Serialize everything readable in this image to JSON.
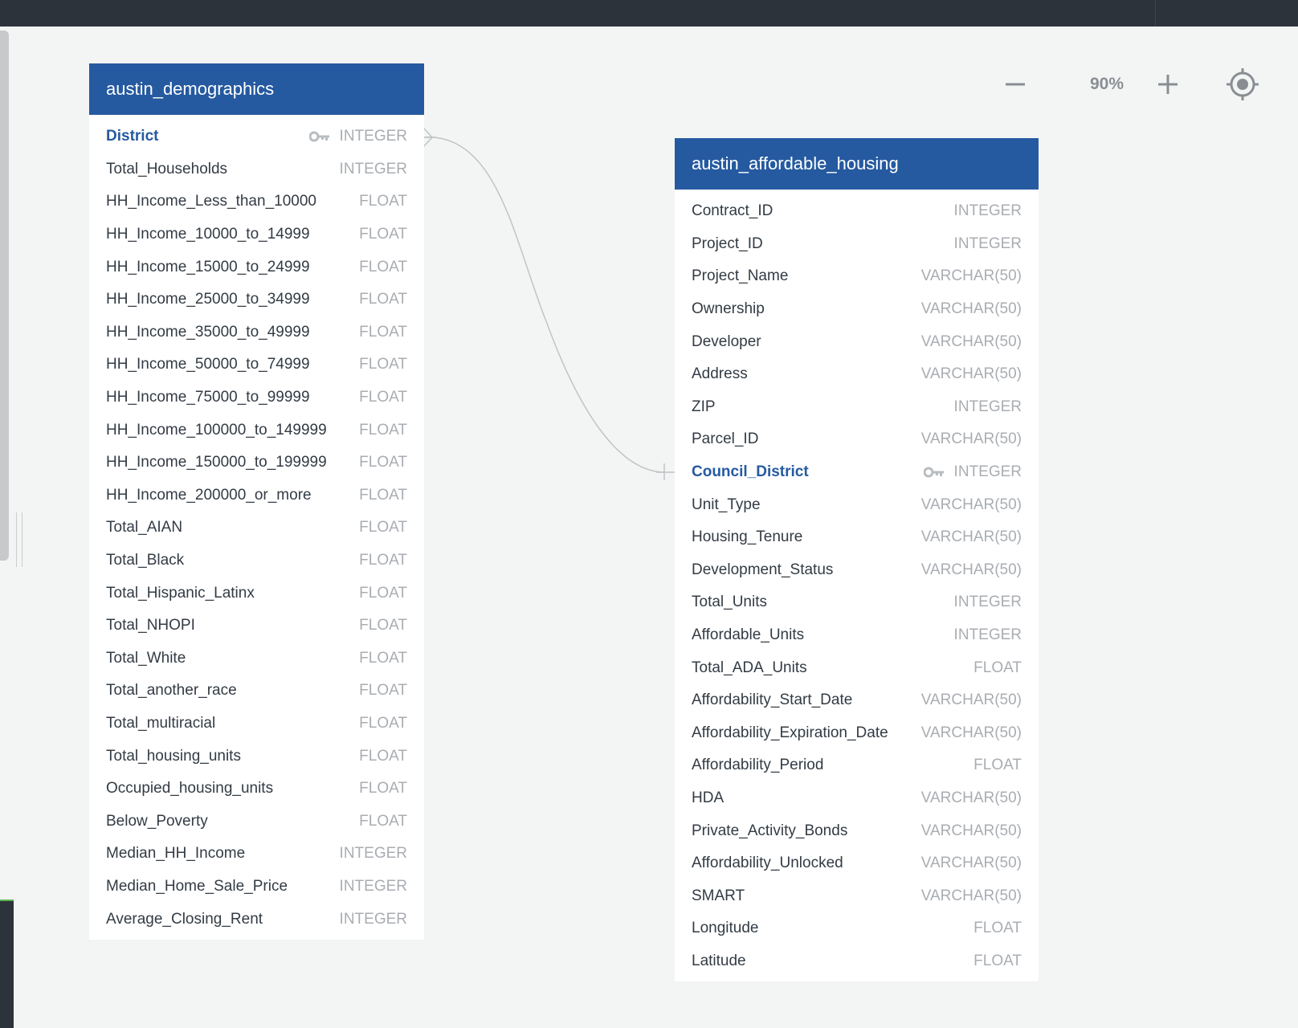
{
  "zoom": {
    "level": "90%"
  },
  "tables": [
    {
      "name": "austin_demographics",
      "columns": [
        {
          "name": "District",
          "type": "INTEGER",
          "pk": true
        },
        {
          "name": "Total_Households",
          "type": "INTEGER"
        },
        {
          "name": "HH_Income_Less_than_10000",
          "type": "FLOAT"
        },
        {
          "name": "HH_Income_10000_to_14999",
          "type": "FLOAT"
        },
        {
          "name": "HH_Income_15000_to_24999",
          "type": "FLOAT"
        },
        {
          "name": "HH_Income_25000_to_34999",
          "type": "FLOAT"
        },
        {
          "name": "HH_Income_35000_to_49999",
          "type": "FLOAT"
        },
        {
          "name": "HH_Income_50000_to_74999",
          "type": "FLOAT"
        },
        {
          "name": "HH_Income_75000_to_99999",
          "type": "FLOAT"
        },
        {
          "name": "HH_Income_100000_to_149999",
          "type": "FLOAT"
        },
        {
          "name": "HH_Income_150000_to_199999",
          "type": "FLOAT"
        },
        {
          "name": "HH_Income_200000_or_more",
          "type": "FLOAT"
        },
        {
          "name": "Total_AIAN",
          "type": "FLOAT"
        },
        {
          "name": "Total_Black",
          "type": "FLOAT"
        },
        {
          "name": "Total_Hispanic_Latinx",
          "type": "FLOAT"
        },
        {
          "name": "Total_NHOPI",
          "type": "FLOAT"
        },
        {
          "name": "Total_White",
          "type": "FLOAT"
        },
        {
          "name": "Total_another_race",
          "type": "FLOAT"
        },
        {
          "name": "Total_multiracial",
          "type": "FLOAT"
        },
        {
          "name": "Total_housing_units",
          "type": "FLOAT"
        },
        {
          "name": "Occupied_housing_units",
          "type": "FLOAT"
        },
        {
          "name": "Below_Poverty",
          "type": "FLOAT"
        },
        {
          "name": "Median_HH_Income",
          "type": "INTEGER"
        },
        {
          "name": "Median_Home_Sale_Price",
          "type": "INTEGER"
        },
        {
          "name": "Average_Closing_Rent",
          "type": "INTEGER"
        }
      ]
    },
    {
      "name": "austin_affordable_housing",
      "columns": [
        {
          "name": "Contract_ID",
          "type": "INTEGER"
        },
        {
          "name": "Project_ID",
          "type": "INTEGER"
        },
        {
          "name": "Project_Name",
          "type": "VARCHAR(50)"
        },
        {
          "name": "Ownership",
          "type": "VARCHAR(50)"
        },
        {
          "name": "Developer",
          "type": "VARCHAR(50)"
        },
        {
          "name": "Address",
          "type": "VARCHAR(50)"
        },
        {
          "name": "ZIP",
          "type": "INTEGER"
        },
        {
          "name": "Parcel_ID",
          "type": "VARCHAR(50)"
        },
        {
          "name": "Council_District",
          "type": "INTEGER",
          "pk": true
        },
        {
          "name": "Unit_Type",
          "type": "VARCHAR(50)"
        },
        {
          "name": "Housing_Tenure",
          "type": "VARCHAR(50)"
        },
        {
          "name": "Development_Status",
          "type": "VARCHAR(50)"
        },
        {
          "name": "Total_Units",
          "type": "INTEGER"
        },
        {
          "name": "Affordable_Units",
          "type": "INTEGER"
        },
        {
          "name": "Total_ADA_Units",
          "type": "FLOAT"
        },
        {
          "name": "Affordability_Start_Date",
          "type": "VARCHAR(50)"
        },
        {
          "name": "Affordability_Expiration_Date",
          "type": "VARCHAR(50)"
        },
        {
          "name": "Affordability_Period",
          "type": "FLOAT"
        },
        {
          "name": "HDA",
          "type": "VARCHAR(50)"
        },
        {
          "name": "Private_Activity_Bonds",
          "type": "VARCHAR(50)"
        },
        {
          "name": "Affordability_Unlocked",
          "type": "VARCHAR(50)"
        },
        {
          "name": "SMART",
          "type": "VARCHAR(50)"
        },
        {
          "name": "Longitude",
          "type": "FLOAT"
        },
        {
          "name": "Latitude",
          "type": "FLOAT"
        }
      ]
    }
  ],
  "colors": {
    "header": "#255aa0",
    "primary_key": "#255aa0",
    "column_text": "#333b44",
    "type_text": "#a9adb2",
    "topbar": "#2d333a"
  }
}
